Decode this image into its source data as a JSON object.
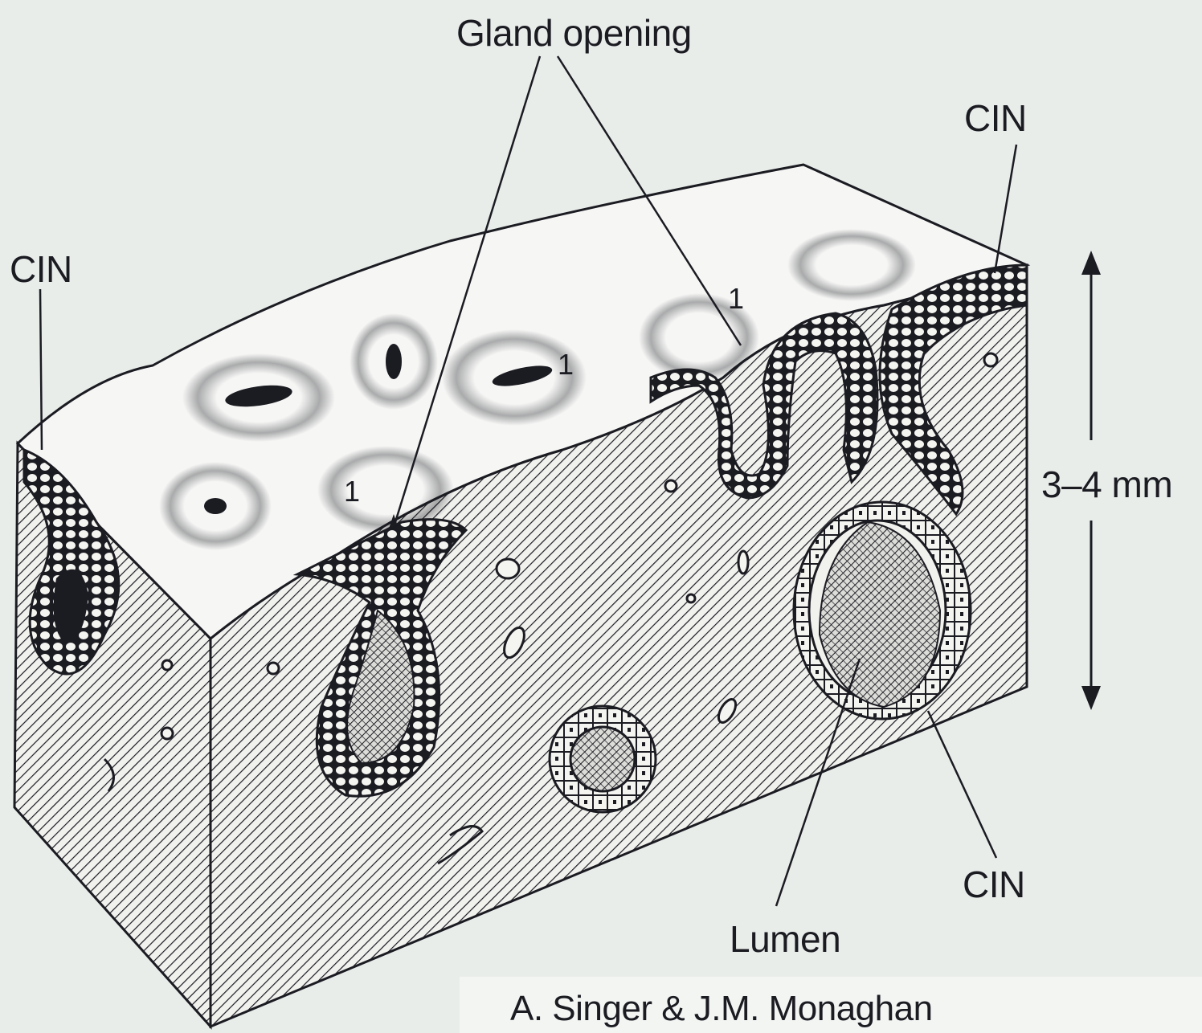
{
  "labels": {
    "gland_opening": "Gland opening",
    "cin_left": "CIN",
    "cin_top_right": "CIN",
    "cin_bottom_right": "CIN",
    "lumen": "Lumen",
    "dimension": "3–4 mm",
    "marker_1": "1"
  },
  "credit": "A. Singer & J.M. Monaghan",
  "colors": {
    "ink": "#1b1b22",
    "background": "#e9edea",
    "surface": "#f6f7f5"
  }
}
